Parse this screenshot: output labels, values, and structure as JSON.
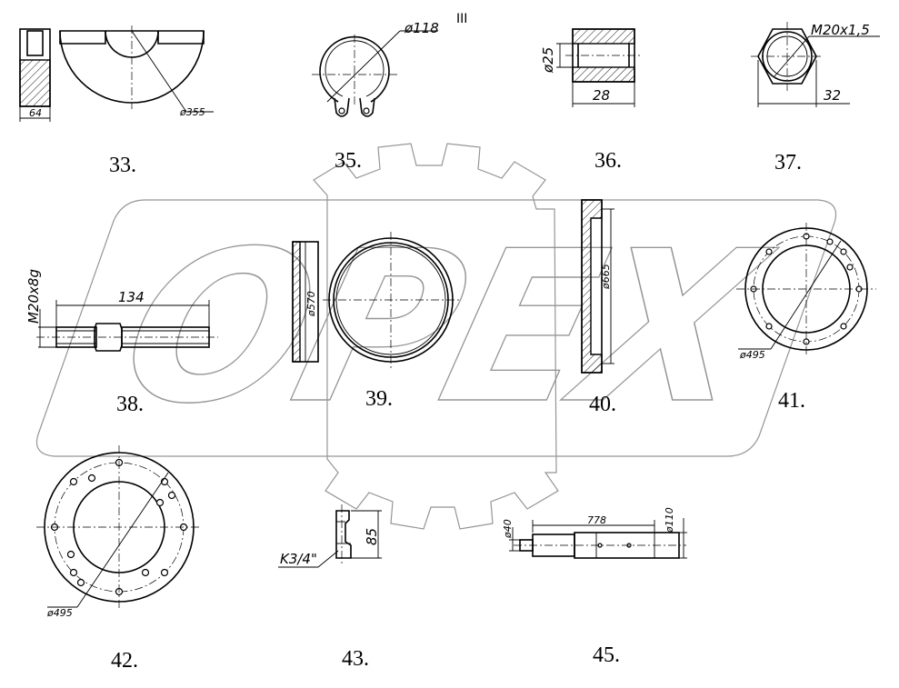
{
  "corner_mark": "III",
  "watermark": {
    "text": "OPEX"
  },
  "parts": [
    {
      "id": "33",
      "label": "33.",
      "dims": [
        "64",
        "ø355"
      ]
    },
    {
      "id": "35",
      "label": "35.",
      "dims": [
        "ø118"
      ]
    },
    {
      "id": "36",
      "label": "36.",
      "dims": [
        "ø25",
        "28"
      ]
    },
    {
      "id": "37",
      "label": "37.",
      "dims": [
        "M20x1,5",
        "32"
      ]
    },
    {
      "id": "38",
      "label": "38.",
      "dims": [
        "M20x8g",
        "134"
      ]
    },
    {
      "id": "39",
      "label": "39.",
      "dims": [
        "ø570"
      ]
    },
    {
      "id": "40",
      "label": "40.",
      "dims": [
        "ø665"
      ]
    },
    {
      "id": "41",
      "label": "41.",
      "dims": [
        "ø495"
      ]
    },
    {
      "id": "42",
      "label": "42.",
      "dims": [
        "ø495"
      ]
    },
    {
      "id": "43",
      "label": "43.",
      "dims": [
        "K3/4\"",
        "85"
      ]
    },
    {
      "id": "45",
      "label": "45.",
      "dims": [
        "ø40",
        "778",
        "ø110"
      ]
    }
  ]
}
